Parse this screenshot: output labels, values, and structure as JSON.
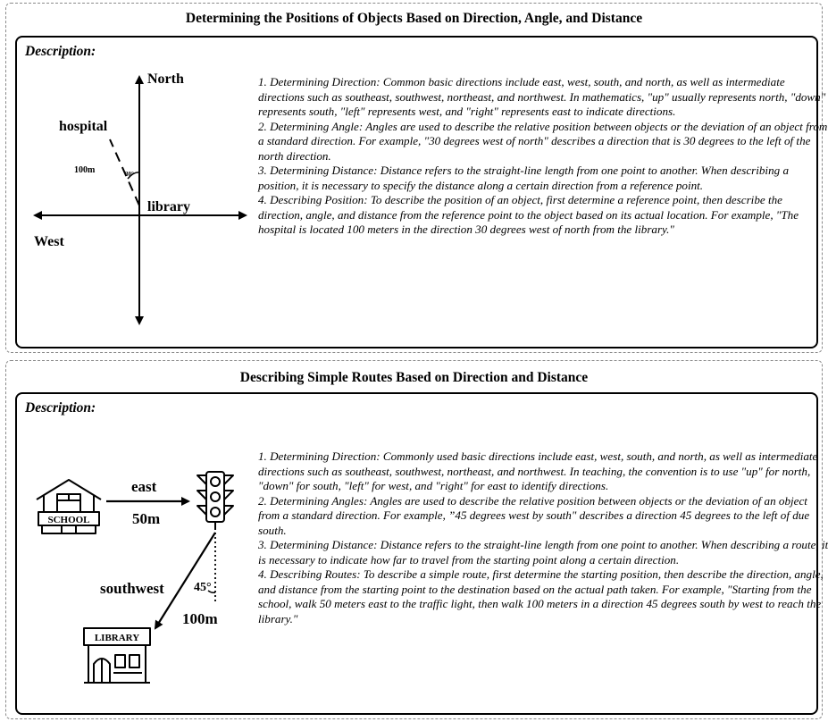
{
  "panel1": {
    "title": "Determining the Positions of Objects Based on Direction,  Angle, and Distance",
    "description_label": "Description:",
    "diagram": {
      "north": "North",
      "west": "West",
      "hospital": "hospital",
      "library": "library",
      "distance": "100m",
      "angle": "30°"
    },
    "paragraphs": [
      "1. Determining Direction: Common basic directions include east, west, south, and north, as well as intermediate directions such as southeast, southwest, northeast, and northwest. In mathematics, \"up\" usually represents north, \"down\" represents south, \"left\" represents west, and \"right\" represents east to indicate directions.",
      "2. Determining Angle: Angles are used to describe the relative position between objects or the deviation of an object from a standard direction. For example, \"30 degrees west of north\" describes a direction that is 30 degrees to the left of the north direction.",
      "3. Determining Distance: Distance refers to the straight-line length from one point to another. When describing a position, it is necessary to specify the distance along a certain direction from a reference point.",
      "4. Describing Position: To describe the position of an object, first determine a reference point, then describe the direction, angle, and distance from the reference point to the object based on its actual location. For example, \"The hospital is located 100 meters in the direction 30 degrees west of north from the library.\""
    ]
  },
  "panel2": {
    "title": "Describing Simple Routes Based on Direction and Distance",
    "description_label": "Description:",
    "diagram": {
      "school_sign": "SCHOOL",
      "library_sign": "LIBRARY",
      "east": "east",
      "distance1": "50m",
      "southwest": "southwest",
      "angle": "45°",
      "distance2": "100m"
    },
    "paragraphs": [
      "1. Determining Direction: Commonly used basic directions include east, west, south, and north, as well as intermediate directions such as southeast, southwest, northeast, and northwest. In teaching, the convention is to use \"up\" for north, \"down\" for south, \"left\" for west, and \"right\" for east to identify directions.",
      "2. Determining Angles: Angles are used to describe the relative position between objects or the deviation of an object from a standard direction. For example, ”45 degrees west by south\" describes a direction 45 degrees to the left of due south.",
      "3. Determining Distance: Distance refers to the straight-line length from one point to another. When describing a route, it is necessary to indicate how far to travel from the starting point along a certain direction.",
      "4. Describing Routes: To describe a simple route, first determine the starting position, then describe the direction, angle, and distance from the starting point to the destination based on the actual path taken. For example, \"Starting from the school, walk 50 meters east to the traffic light, then walk 100 meters in a direction 45 degrees south by west to reach the library.\""
    ]
  }
}
